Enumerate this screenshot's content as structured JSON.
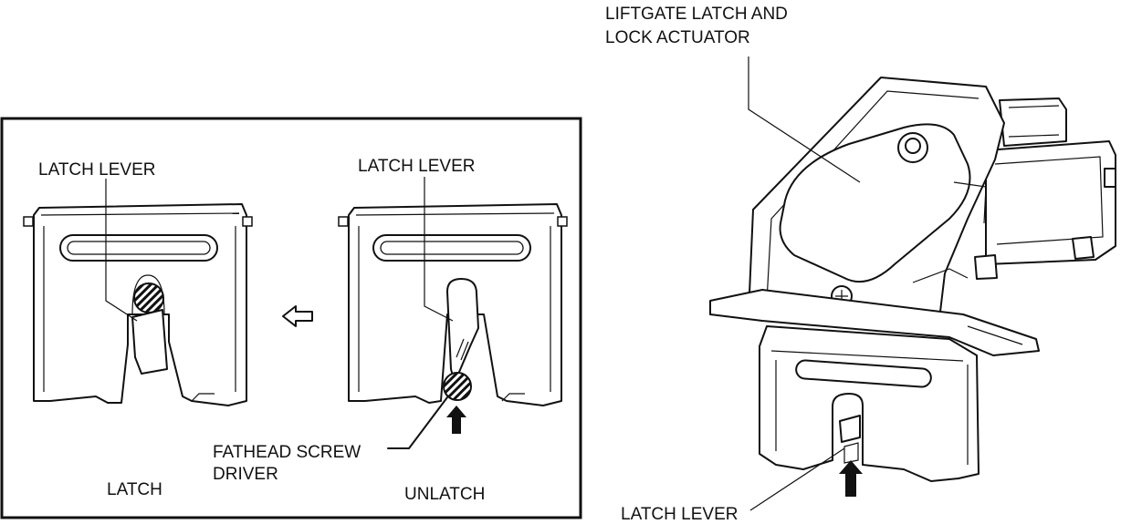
{
  "left_panel": {
    "latch_view": {
      "lever_label": "LATCH LEVER",
      "state_label": "LATCH"
    },
    "unlatch_view": {
      "lever_label": "LATCH LEVER",
      "state_label": "UNLATCH"
    },
    "tool_label": {
      "line1": "FATHEAD SCREW",
      "line2": "DRIVER"
    }
  },
  "right_view": {
    "title": {
      "line1": "LIFTGATE  LATCH AND",
      "line2": "LOCK ACTUATOR"
    },
    "lever_label": "LATCH LEVER"
  },
  "icons": [
    "hatched-screwdriver-tip",
    "push-arrow",
    "direction-arrow"
  ]
}
